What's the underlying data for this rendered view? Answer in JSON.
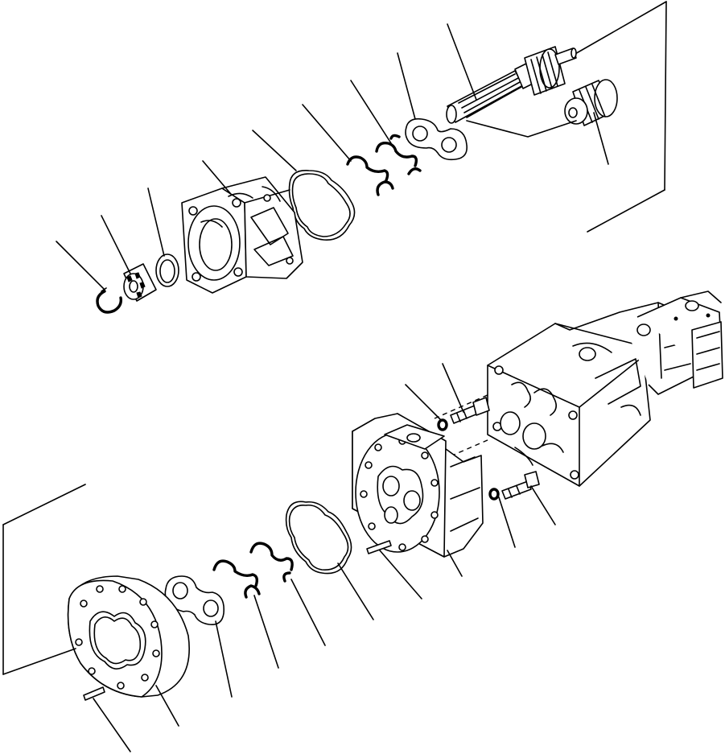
{
  "figure": {
    "description_visible_text": "",
    "line_color": "#000000",
    "background_color": "#ffffff",
    "view": "exploded-isometric",
    "groups": [
      {
        "id": "front-pump-cover-group",
        "parts": [
          "snap-ring",
          "bearing",
          "thrust-washer",
          "front-cover-housing",
          "gasket",
          "backup-ring-a",
          "seal-ring-a",
          "bushing-plate",
          "drive-shaft",
          "driven-gear"
        ]
      },
      {
        "id": "rear-pump-body-group",
        "parts": [
          "dowel-pin-lower",
          "gear-case",
          "bushing-plate-lower",
          "backup-ring-b",
          "seal-ring-b",
          "gasket-lower",
          "dowel-pin",
          "pump-body",
          "o-ring-lower",
          "bolt-lower",
          "o-ring-upper",
          "bolt-upper",
          "pump-assembly"
        ]
      }
    ],
    "leader_count": 23
  }
}
